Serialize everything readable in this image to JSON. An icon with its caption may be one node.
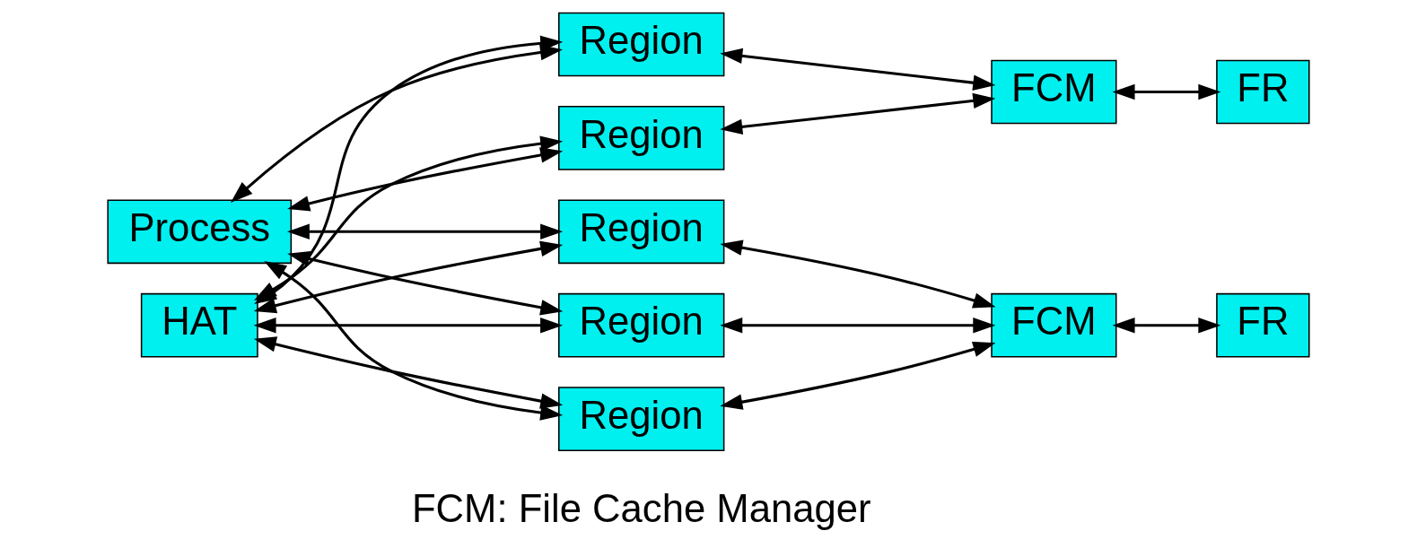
{
  "diagram": {
    "nodes": [
      {
        "text": [
          "Process"
        ]
      },
      {
        "text": [
          "Region"
        ]
      },
      {
        "text": [
          "Region"
        ]
      },
      {
        "text": [
          "FCM"
        ]
      },
      {
        "text": [
          "FR"
        ]
      },
      {
        "text": [
          "Region"
        ]
      },
      {
        "text": [
          "Region"
        ]
      },
      {
        "text": [
          "Region"
        ]
      },
      {
        "text": [
          "FCM"
        ]
      },
      {
        "text": [
          "FR"
        ]
      },
      {
        "text": [
          "HAT"
        ]
      }
    ],
    "edges": [
      {
        "from": 0,
        "to": 1,
        "arrow": "both"
      },
      {
        "from": 0,
        "to": 2,
        "arrow": "both"
      },
      {
        "from": 0,
        "to": 5,
        "arrow": "both"
      },
      {
        "from": 0,
        "to": 6,
        "arrow": "both"
      },
      {
        "from": 0,
        "to": 7,
        "arrow": "both"
      },
      {
        "from": 1,
        "to": 3,
        "arrow": "both"
      },
      {
        "from": 2,
        "to": 3,
        "arrow": "both"
      },
      {
        "from": 3,
        "to": 4,
        "arrow": "both"
      },
      {
        "from": 5,
        "to": 8,
        "arrow": "both"
      },
      {
        "from": 6,
        "to": 8,
        "arrow": "both"
      },
      {
        "from": 7,
        "to": 8,
        "arrow": "both"
      },
      {
        "from": 8,
        "to": 9,
        "arrow": "both"
      },
      {
        "from": 10,
        "to": 1,
        "arrow": "both"
      },
      {
        "from": 10,
        "to": 2,
        "arrow": "both"
      },
      {
        "from": 10,
        "to": 5,
        "arrow": "both"
      },
      {
        "from": 10,
        "to": 6,
        "arrow": "both"
      },
      {
        "from": 10,
        "to": 7,
        "arrow": "both"
      }
    ],
    "labels": [
      "FCM: File Cache Manager"
    ]
  }
}
